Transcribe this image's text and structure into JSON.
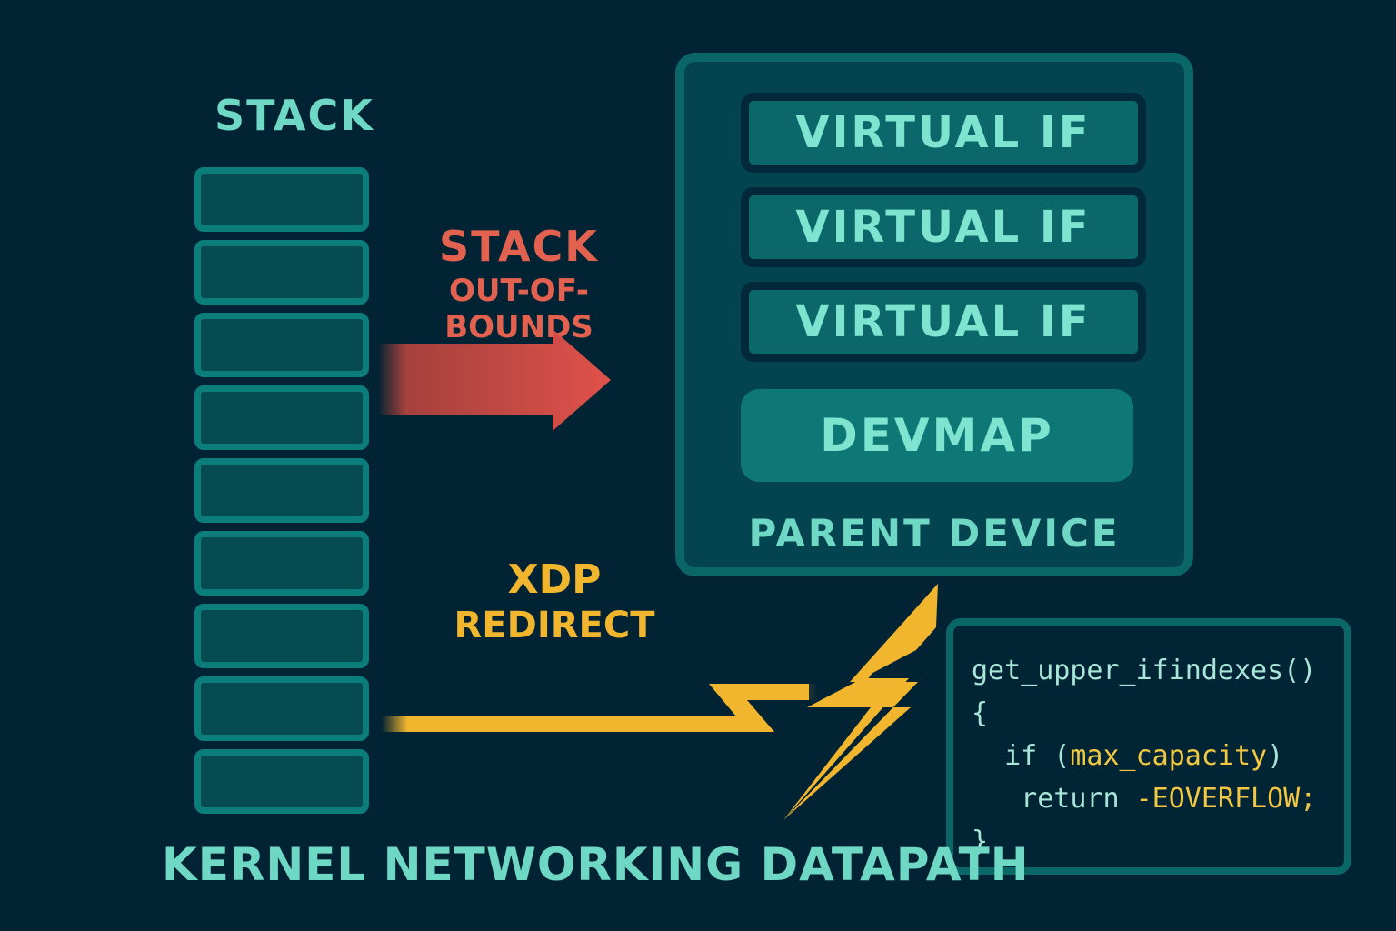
{
  "stack": {
    "title": "STACK",
    "slot_count": 9
  },
  "oob_label": {
    "line1": "STACK",
    "line2": "OUT-OF-BOUNDS"
  },
  "xdp_label": {
    "line1": "XDP",
    "line2": "REDIRECT"
  },
  "parent_device": {
    "virtual_ifs": [
      "VIRTUAL IF",
      "VIRTUAL IF",
      "VIRTUAL IF"
    ],
    "devmap": "DEVMAP",
    "label": "PARENT DEVICE"
  },
  "code": {
    "line1": "get_upper_ifindexes()",
    "line2": "{",
    "line3_prefix": "  if (",
    "line3_hl": "max_capacity",
    "line3_suffix": ")",
    "line4_prefix": "   return ",
    "line4_hl": "-EOVERFLOW;",
    "line5": "}"
  },
  "footer_title": "KERNEL NETWORKING DATAPATH",
  "colors": {
    "background": "#022333",
    "teal": "#6fd8c4",
    "red": "#e2614f",
    "yellow": "#f1b52e"
  },
  "icons": {
    "oob_arrow": "arrow-right-icon",
    "bolt": "lightning-bolt-icon"
  }
}
